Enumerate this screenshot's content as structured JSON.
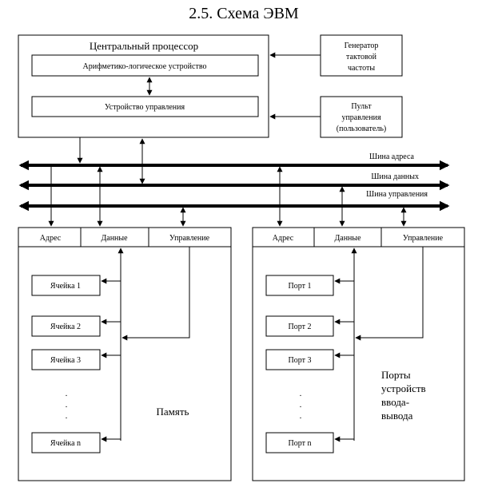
{
  "title": "2.5. Схема ЭВМ",
  "cpu": {
    "title": "Центральный процессор",
    "alu": "Арифметико-логическое устройство",
    "control_unit": "Устройство управления"
  },
  "generator": [
    "Генератор",
    "тактовой",
    "частоты"
  ],
  "console": [
    "Пульт",
    "управления",
    "(пользователь)"
  ],
  "buses": {
    "address": "Шина адреса",
    "data": "Шина данных",
    "control": "Шина управления"
  },
  "memory": {
    "headers": [
      "Адрес",
      "Данные",
      "Управление"
    ],
    "cells": [
      "Ячейка 1",
      "Ячейка 2",
      "Ячейка 3",
      "Ячейка n"
    ],
    "label": "Память"
  },
  "io": {
    "headers": [
      "Адрес",
      "Данные",
      "Управление"
    ],
    "ports": [
      "Порт 1",
      "Порт 2",
      "Порт 3",
      "Порт n"
    ],
    "label": [
      "Порты",
      "устройств",
      "ввода-",
      "вывода"
    ]
  },
  "ellipsis_dot": "."
}
